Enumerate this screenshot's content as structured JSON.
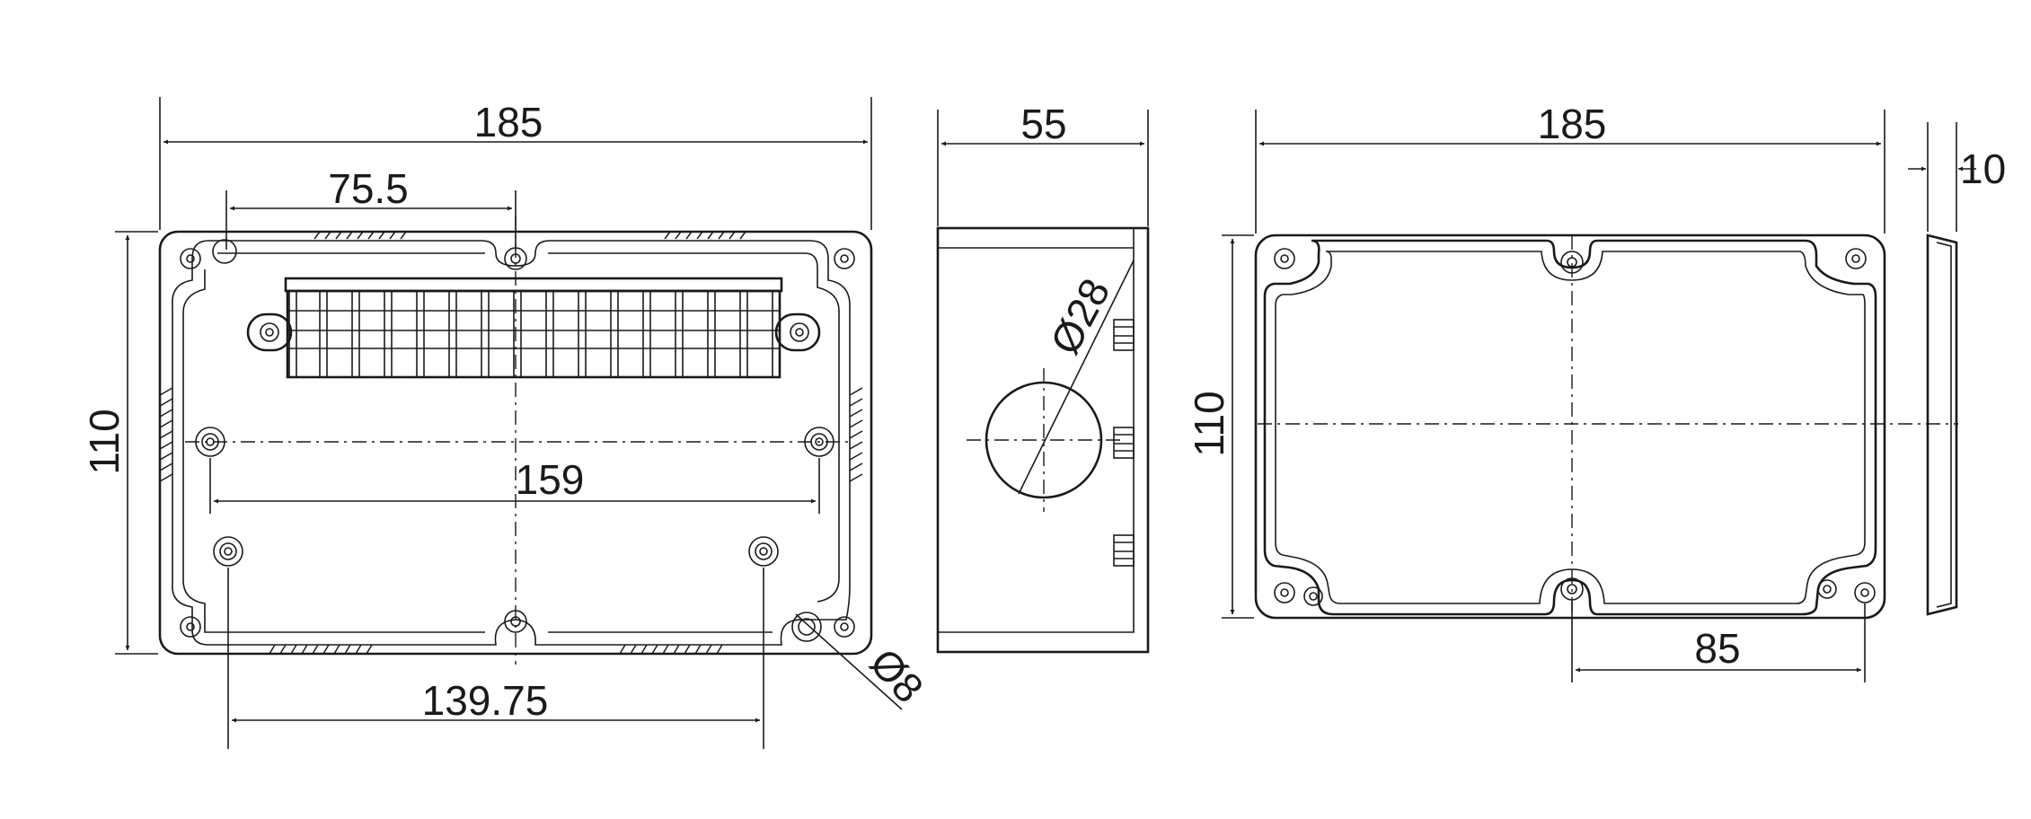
{
  "dimensions": {
    "front_width": "185",
    "terminal_offset": "75.5",
    "front_height": "110",
    "mount_spacing_wide": "159",
    "mount_spacing_lower": "139.75",
    "mount_hole_dia": "Ø8",
    "side_depth": "55",
    "knockout_dia": "Ø28",
    "lid_width": "185",
    "lid_height": "110",
    "lid_screw_offset": "85",
    "lid_thickness": "10"
  }
}
